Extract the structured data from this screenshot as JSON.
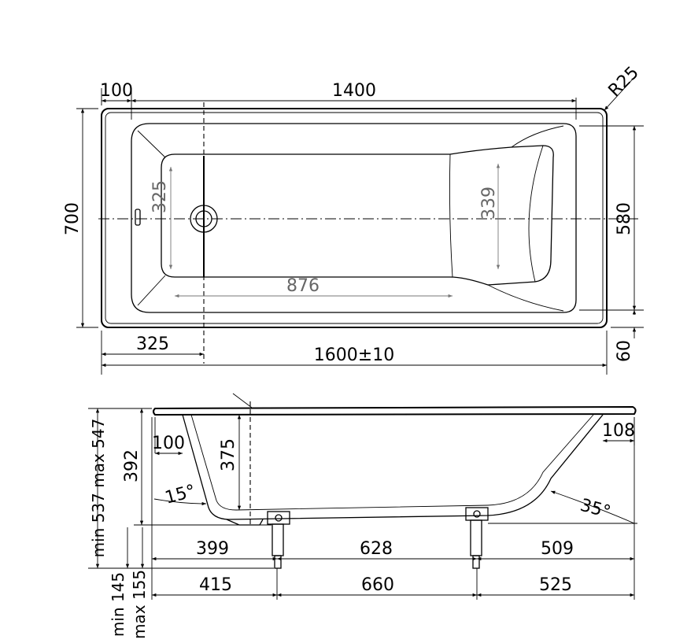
{
  "top_view": {
    "rim_width": "100",
    "inner_length": "1400",
    "corner_radius": "R25",
    "overall_width": "700",
    "inner_width": "580",
    "drain_offset": "325",
    "bottom_length": "876",
    "head_width": "339",
    "drain_width": "325",
    "overall_length": "1600±10",
    "rim_edge": "60"
  },
  "side_view": {
    "rim_left": "100",
    "rim_right": "108",
    "depth_at_drain": "375",
    "height": "392",
    "height_range": "min 537  max 547",
    "angle_left": "15°",
    "angle_right": "35°",
    "leg_span_1": "399",
    "leg_span_2": "628",
    "leg_span_3": "509",
    "leg_pos_1": "415",
    "leg_pos_2": "660",
    "leg_pos_3": "525",
    "leg_height_min": "min 145",
    "leg_height_max": "max 155"
  }
}
